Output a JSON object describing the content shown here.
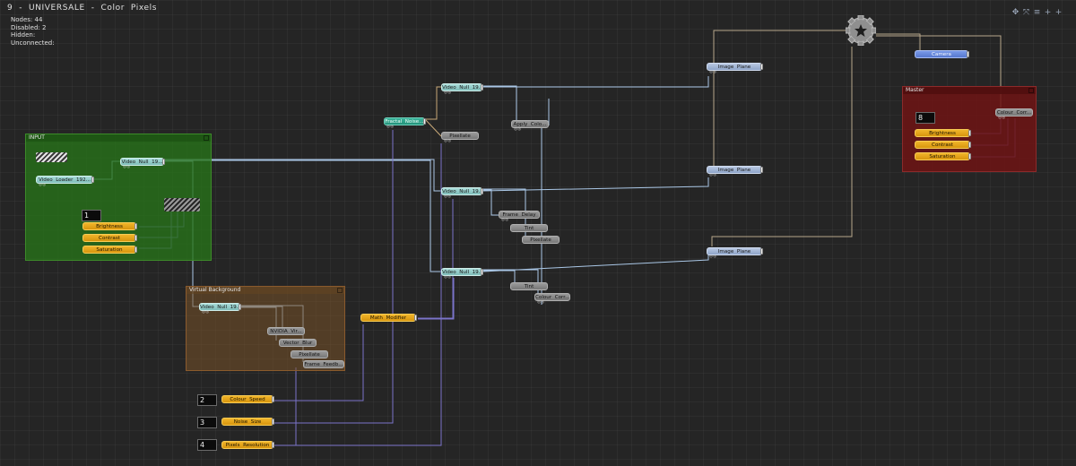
{
  "window": {
    "title": "9  -  UNIVERSALE  -  Color  Pixels"
  },
  "stats": {
    "nodes_label": "Nodes:",
    "nodes_value": "44",
    "disabled_label": "Disabled:",
    "disabled_value": "2",
    "hidden_label": "Hidden:",
    "hidden_value": "",
    "unconnected_label": "Unconnected:",
    "unconnected_value": ""
  },
  "toolbar": {
    "icons": [
      "move-icon",
      "fit-icon",
      "list-icon",
      "add-icon",
      "zoom-in-icon"
    ]
  },
  "groups": {
    "input": "INPUT",
    "virtual_background": "Virtual  Background",
    "master": "Master"
  },
  "nodes": {
    "video_null_input": "Video  Null  19...",
    "video_loader": "Video  Loader  192...",
    "brightness_input": "Brightness",
    "contrast_input": "Contrast",
    "saturation_input": "Saturation",
    "input_value": "1",
    "fractal_noise": "Fractal  Noise...",
    "pixellate_top": "Pixellate",
    "video_null_top": "Video  Null  19...",
    "apply_colour": "Apply  Colo...",
    "video_null_mid": "Video  Null  19...",
    "frame_delay": "Frame  Delay",
    "tint_mid": "Tint",
    "pixellate_mid": "Pixellate",
    "video_null_low": "Video  Null  19...",
    "tint_low": "Tint",
    "colour_corr_low": "Colour  Corr...",
    "image_plane_1": "Image  Plane",
    "image_plane_2": "Image  Plane",
    "image_plane_3": "Image  Plane",
    "camera": "Camera",
    "colour_corr_master": "Colour  Corr...",
    "master_value": "8",
    "brightness_master": "Brightness",
    "contrast_master": "Contrast",
    "saturation_master": "Saturation",
    "video_null_vbg": "Video  Null  19...",
    "nvidia": "NVIDIA  Vir...",
    "vector_blur": "Vector  Blur",
    "pixellate_vbg": "Pixellate",
    "frame_feedback": "Frame  Feedb...",
    "math_modifier": "Math  Modifier"
  },
  "controls": [
    {
      "value": "2",
      "label": "Colour  Speed"
    },
    {
      "value": "3",
      "label": "Noise  Size"
    },
    {
      "value": "4",
      "label": "Pixels  Resolution"
    }
  ],
  "port_text": "◎◎",
  "colors": {
    "background": "#252525",
    "wire_light": "#aac7e6",
    "wire_purple": "#7a74c9",
    "wire_tan": "#b8a78a",
    "input_group": "#2a7a1a",
    "virtual_bg_group": "#7a5228",
    "master_group": "#6e1414"
  }
}
